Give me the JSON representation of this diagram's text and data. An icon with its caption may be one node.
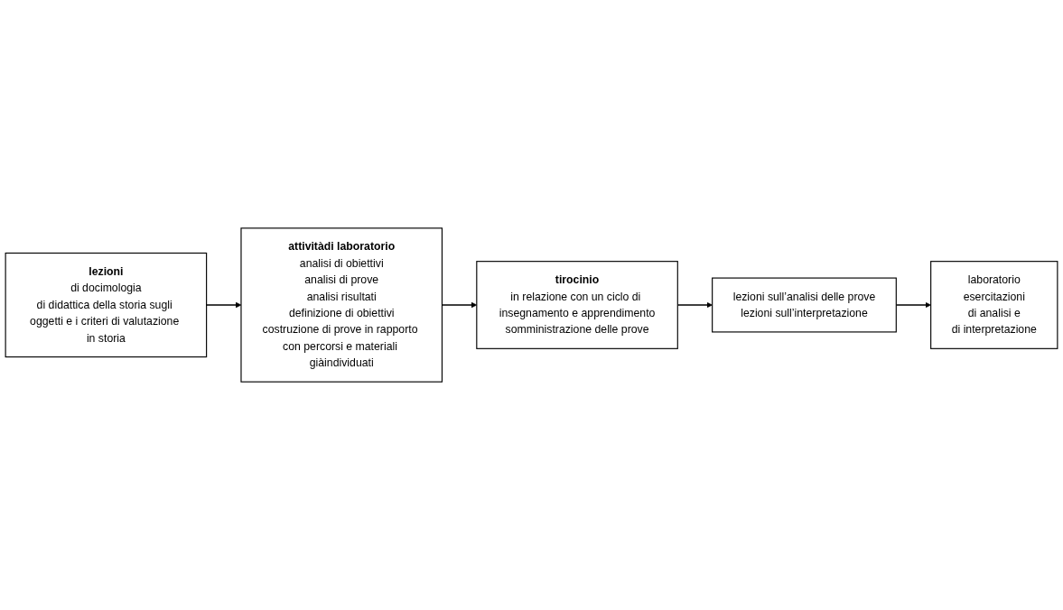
{
  "diagram": {
    "nodes": [
      {
        "text": [
          "lezioni",
          "di docimologia",
          "di didattica della storia sugli oggetti e i criteri di valutazione in storia"
        ]
      },
      {
        "text": [
          "attivitàdi laboratorio",
          "analisi di obiettivi",
          "analisi di prove",
          "analisi risultati",
          "definizione di obiettivi",
          "costruzione di prove in rapporto con percorsi e materiali giàindividuati"
        ]
      },
      {
        "text": [
          "tirocinio",
          "in relazione con un ciclo di insegnamento e apprendimento",
          "somministrazione delle prove"
        ]
      },
      {
        "text": [
          "lezioni sull’analisi delle prove",
          "lezioni sull’interpretazione"
        ]
      },
      {
        "text": [
          "laboratorio",
          "esercitazioni",
          "di analisi e",
          "di interpretazione"
        ]
      }
    ],
    "edges": [
      {
        "from": 0,
        "to": 1,
        "arrow": "to"
      },
      {
        "from": 1,
        "to": 2,
        "arrow": "to"
      },
      {
        "from": 2,
        "to": 3,
        "arrow": "to"
      },
      {
        "from": 3,
        "to": 4,
        "arrow": "to"
      }
    ]
  }
}
